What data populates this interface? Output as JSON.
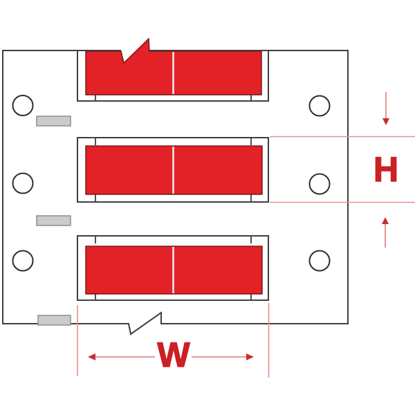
{
  "diagram": {
    "type": "product-dimension-diagram",
    "subject": "heat-shrink wire marker sleeves on carrier liner",
    "sleeve_count": 3,
    "feed_hole_count": 6,
    "liner_mark_count": 3,
    "dimensions": {
      "height_label": "H",
      "width_label": "W"
    },
    "colors": {
      "background": "#ffffff",
      "sleeve_red": "#e32227",
      "sleeve_red_outline": "#6f1316",
      "divider_white": "#f2e9e6",
      "carrier_outline": "#3e3e3e",
      "hole_outline": "#2d2d2d",
      "liner_mark_fill": "#cbcbcb",
      "liner_mark_stroke": "#8e8e8e",
      "annotation_text": "#cb2026",
      "extension_line": "#e89090",
      "arrow_shaft": "#dd7878",
      "arrow_head": "#c62f2f"
    }
  }
}
